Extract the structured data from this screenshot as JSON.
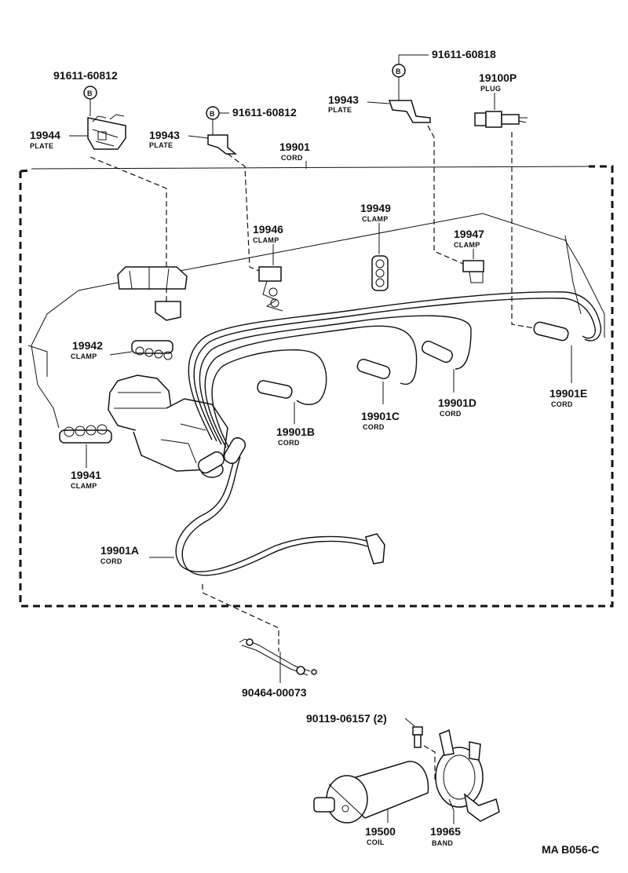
{
  "labels": {
    "bolt_plate1": "91611-60812",
    "bolt_plate2": "91611-60812",
    "bolt_plate3": "91611-60818",
    "plate_19944": "19944",
    "plate_19944_sub": "PLATE",
    "plate_19943a": "19943",
    "plate_19943a_sub": "PLATE",
    "plate_19943b": "19943",
    "plate_19943b_sub": "PLATE",
    "plug_19100p": "19100P",
    "plug_19100p_sub": "PLUG",
    "cord_19901": "19901",
    "cord_19901_sub": "CORD",
    "clamp_19949": "19949",
    "clamp_19949_sub": "CLAMP",
    "clamp_19946": "19946",
    "clamp_19946_sub": "CLAMP",
    "clamp_19947": "19947",
    "clamp_19947_sub": "CLAMP",
    "clamp_19942": "19942",
    "clamp_19942_sub": "CLAMP",
    "clamp_19941": "19941",
    "clamp_19941_sub": "CLAMP",
    "cord_19901b": "19901B",
    "cord_19901b_sub": "CORD",
    "cord_19901c": "19901C",
    "cord_19901c_sub": "CORD",
    "cord_19901d": "19901D",
    "cord_19901d_sub": "CORD",
    "cord_19901e": "19901E",
    "cord_19901e_sub": "CORD",
    "cord_19901a": "19901A",
    "cord_19901a_sub": "CORD",
    "wire_90464": "90464-00073",
    "bolt_90119": "90119-06157 (2)",
    "coil_19500": "19500",
    "coil_19500_sub": "COIL",
    "band_19965": "19965",
    "band_19965_sub": "BAND",
    "drawing_code": "MA  B056-C",
    "bolt_marker": "B"
  }
}
